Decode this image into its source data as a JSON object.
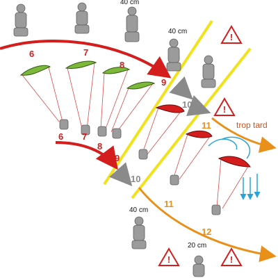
{
  "diagram": {
    "colors": {
      "red": "#d41d1d",
      "orange": "#e8901a",
      "yellow": "#f1e21b",
      "green": "#7db83a",
      "gray": "#8a8a8a",
      "blue": "#2aa4d8"
    },
    "distances": {
      "top_right": "40 cm",
      "upper_right": "40 cm",
      "lower_middle": "40 cm",
      "bottom": "20 cm"
    },
    "warning_text": "trop tard",
    "sequence_top": [
      "6",
      "7",
      "8",
      "9"
    ],
    "sequence_bottom": [
      "6",
      "7",
      "8",
      "9"
    ],
    "step_gray": "10",
    "step_gray_bottom": "10",
    "step_orange_a": "11",
    "step_orange_b": "11",
    "step_orange_c": "12",
    "icons": [
      "warning-icon",
      "warning-icon",
      "warning-icon",
      "warning-icon"
    ]
  }
}
